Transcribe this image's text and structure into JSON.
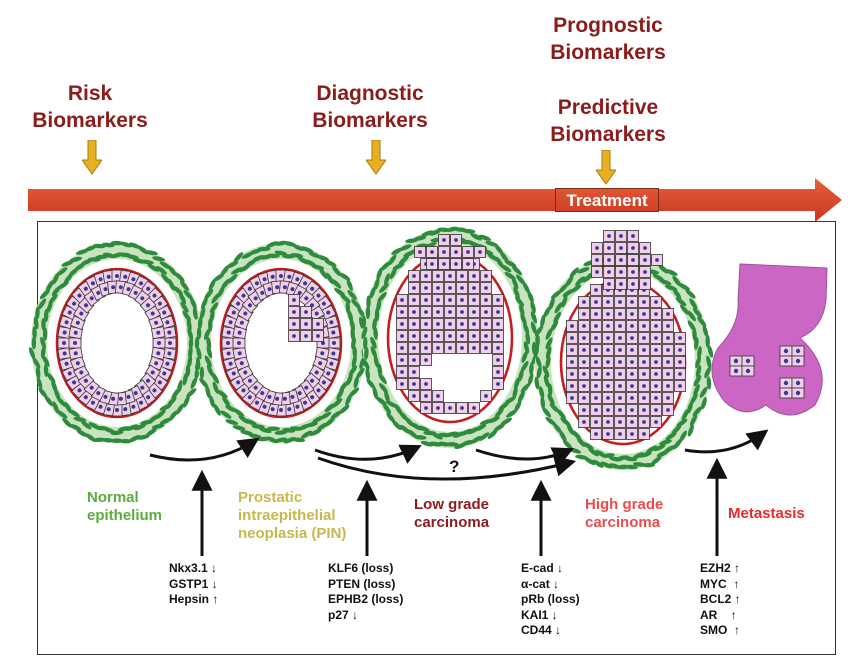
{
  "header": {
    "risk": [
      "Risk",
      "Biomarkers"
    ],
    "diagnostic": [
      "Diagnostic",
      "Biomarkers"
    ],
    "prognostic": [
      "Prognostic",
      "Biomarkers"
    ],
    "predictive": [
      "Predictive",
      "Biomarkers"
    ],
    "treatment": "Treatment"
  },
  "stages": {
    "normal": [
      "Normal",
      "epithelium"
    ],
    "pin": [
      "Prostatic",
      "intraepithelial",
      "neoplasia (PIN)"
    ],
    "low": [
      "Low grade",
      "carcinoma"
    ],
    "high": [
      "High grade",
      "carcinoma"
    ],
    "meta": "Metastasis"
  },
  "question": "?",
  "markers": {
    "group1": [
      "Nkx3.1 ↓",
      "GSTP1 ↓",
      "Hepsin ↑"
    ],
    "group2": [
      "KLF6 (loss)",
      "PTEN (loss)",
      "EPHB2 (loss)",
      "p27 ↓"
    ],
    "group3": [
      "E-cad ↓",
      "α-cat  ↓",
      "pRb (loss)",
      "KAI1  ↓",
      "CD44 ↓"
    ],
    "group4": [
      "EZH2 ↑",
      "MYC  ↑",
      "BCL2 ↑",
      "AR    ↑",
      "SMO  ↑"
    ]
  },
  "colors": {
    "biomarker_text": "#8b1c1c",
    "arrow_down": "#e6b020",
    "timeline": "#d8442a",
    "normal": "#5aae3c",
    "pin": "#c8b84a",
    "low": "#8b1c1c",
    "high": "#f04a4a",
    "meta": "#f02828",
    "cell": "#f1cfe8",
    "nucleus": "#3a3a92",
    "stroma": "#2e8b3c",
    "basement": "#c41e1e",
    "metastasis_tissue": "#cc66c4"
  }
}
